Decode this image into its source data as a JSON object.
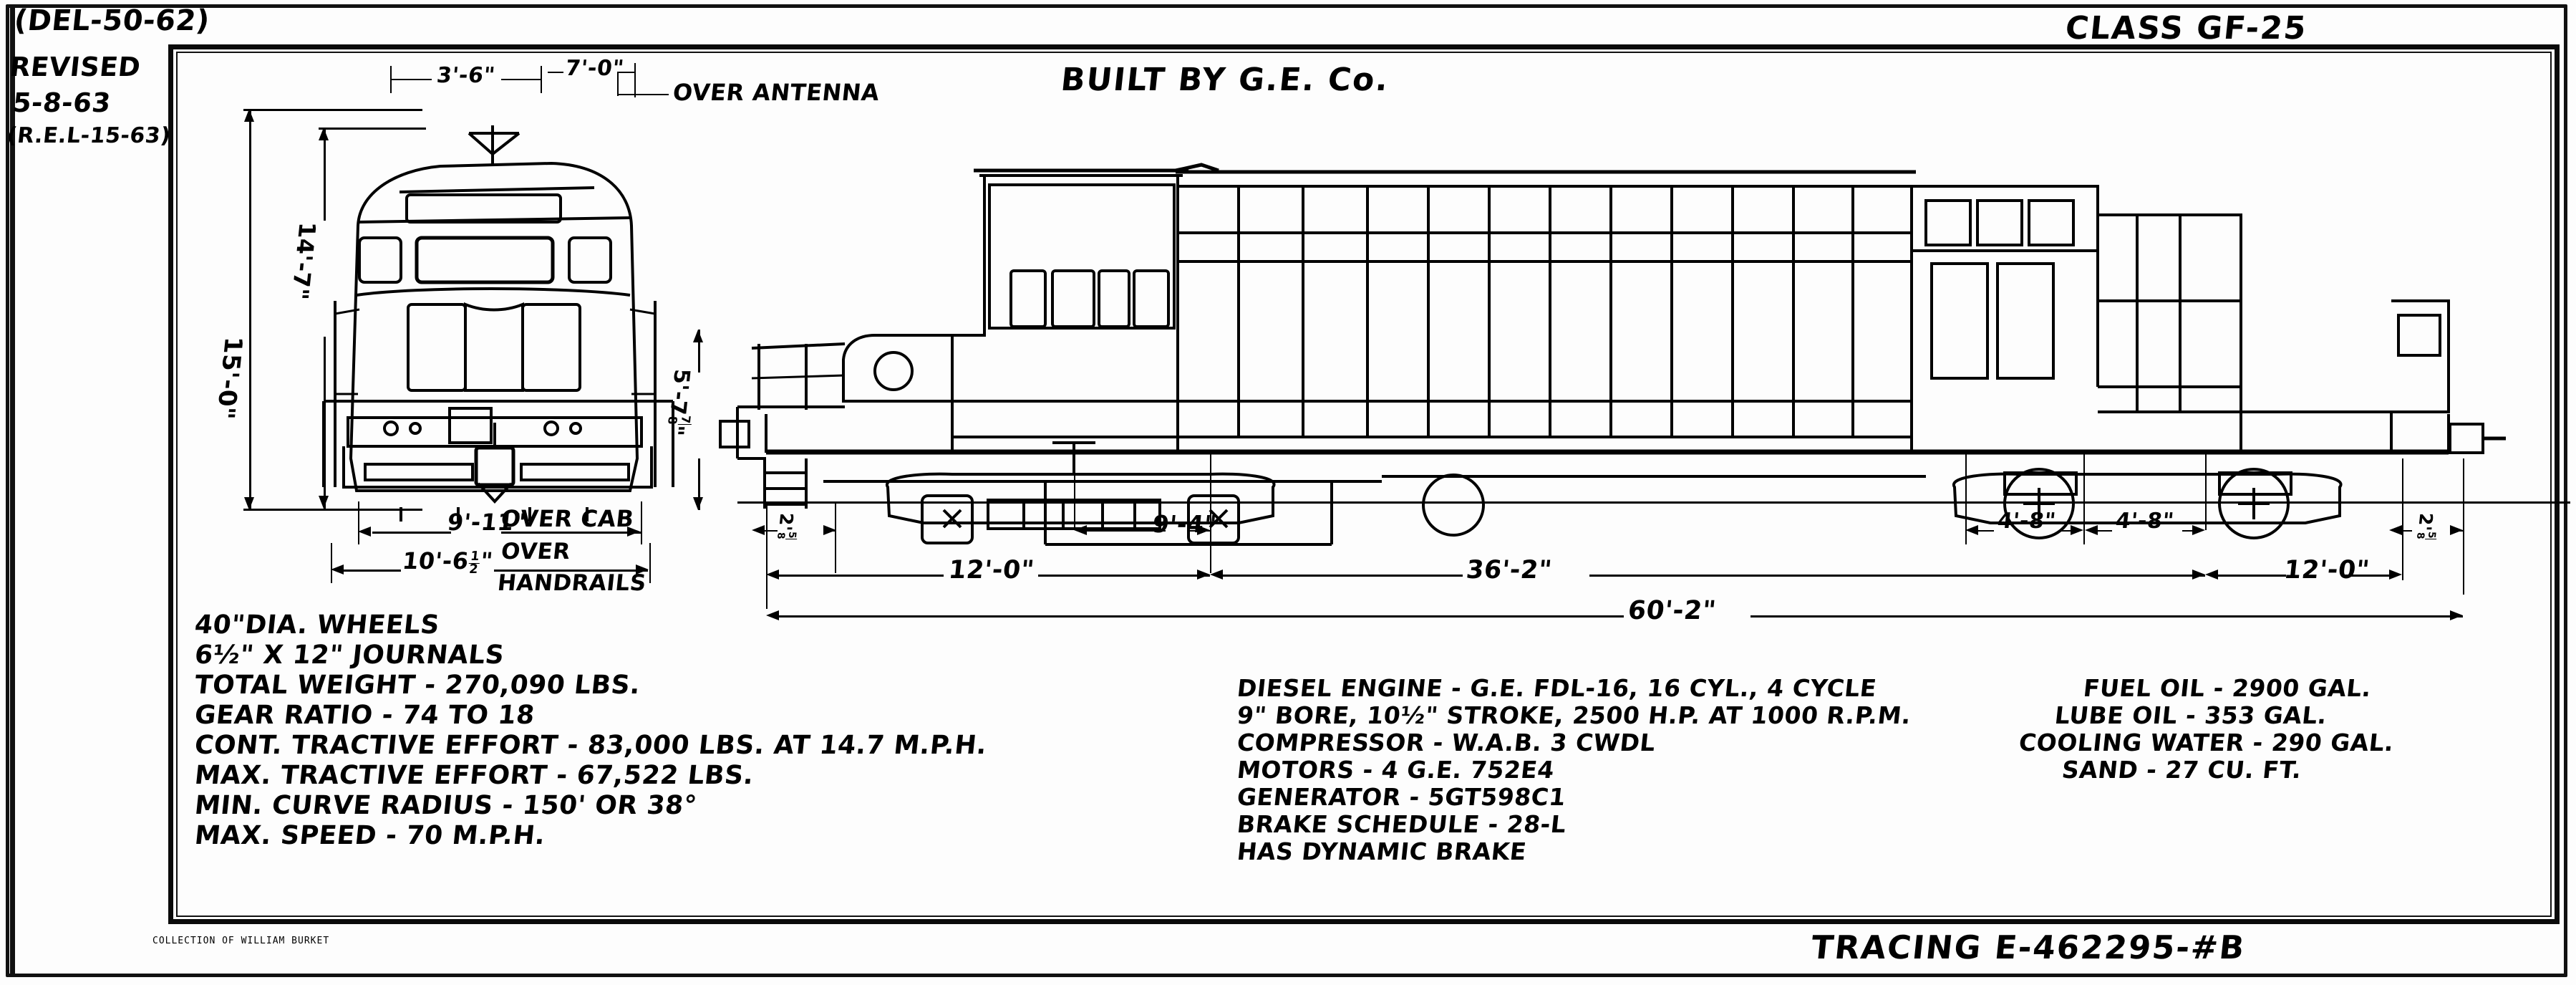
{
  "sheet": {
    "revision_block": {
      "del_code": "(DEL-50-62)",
      "revised_label": "REVISED",
      "revised_date": "5-8-63",
      "revised_ref": "(R.E.L-15-63)"
    },
    "class_label": "CLASS GF-25",
    "built_by": "BUILT BY G.E. Co.",
    "tracing": "TRACING E-462295-#B",
    "collection_credit": "COLLECTION OF WILLIAM BURKET"
  },
  "callouts": {
    "over_antenna": "OVER ANTENNA",
    "over_cab": "OVER CAB",
    "over_handrails": "OVER\nHANDRAILS"
  },
  "dimensions": {
    "top_small_1": "3'-6\"",
    "top_small_2": "7'-0\"",
    "height_overall": "15'-0\"",
    "height_cab": "14'-7\"",
    "height_deck": "5'-7",
    "height_deck_frac_n": "7",
    "height_deck_frac_d": "8",
    "width_over_cab": "9'-11\"",
    "width_over_handrails": "10'-6",
    "width_handrails_frac_n": "1",
    "width_handrails_frac_d": "2",
    "overhang_left": "2'",
    "overhang_left_frac_n": "5",
    "overhang_left_frac_d": "8",
    "overhang_right": "2'",
    "overhang_right_frac_n": "5",
    "overhang_right_frac_d": "8",
    "truck_wb_left": "12'-0\"",
    "truck_wb_right": "12'-0\"",
    "pilot_to_truck": "9'-4\"",
    "truck_centers": "36'-2\"",
    "length_overall": "60'-2\"",
    "axle_space_1": "4'-8\"",
    "axle_space_2": "4'-8\""
  },
  "spec_left": [
    "40\"DIA. WHEELS",
    "6½\" X 12\" JOURNALS",
    "TOTAL WEIGHT - 270,090 LBS.",
    "GEAR RATIO  -  74  TO 18",
    "CONT. TRACTIVE  EFFORT - 83,000 LBS. AT 14.7 M.P.H.",
    "MAX. TRACTIVE  EFFORT - 67,522 LBS.",
    "MIN. CURVE RADIUS - 150' OR 38°",
    "MAX. SPEED - 70 M.P.H."
  ],
  "spec_middle": [
    "DIESEL ENGINE - G.E. FDL-16, 16 CYL., 4 CYCLE",
    "9\" BORE, 10½\" STROKE, 2500 H.P. AT 1000 R.P.M.",
    "COMPRESSOR - W.A.B. 3 CWDL",
    "MOTORS - 4 G.E. 752E4",
    "GENERATOR - 5GT598C1",
    "BRAKE SCHEDULE - 28-L",
    "HAS DYNAMIC BRAKE"
  ],
  "spec_right": [
    "FUEL OIL - 2900 GAL.",
    "LUBE OIL - 353 GAL.",
    "COOLING WATER - 290 GAL.",
    "SAND - 27 CU. FT."
  ],
  "colors": {
    "ink": "#000000",
    "paper": "#fdfdfd"
  }
}
